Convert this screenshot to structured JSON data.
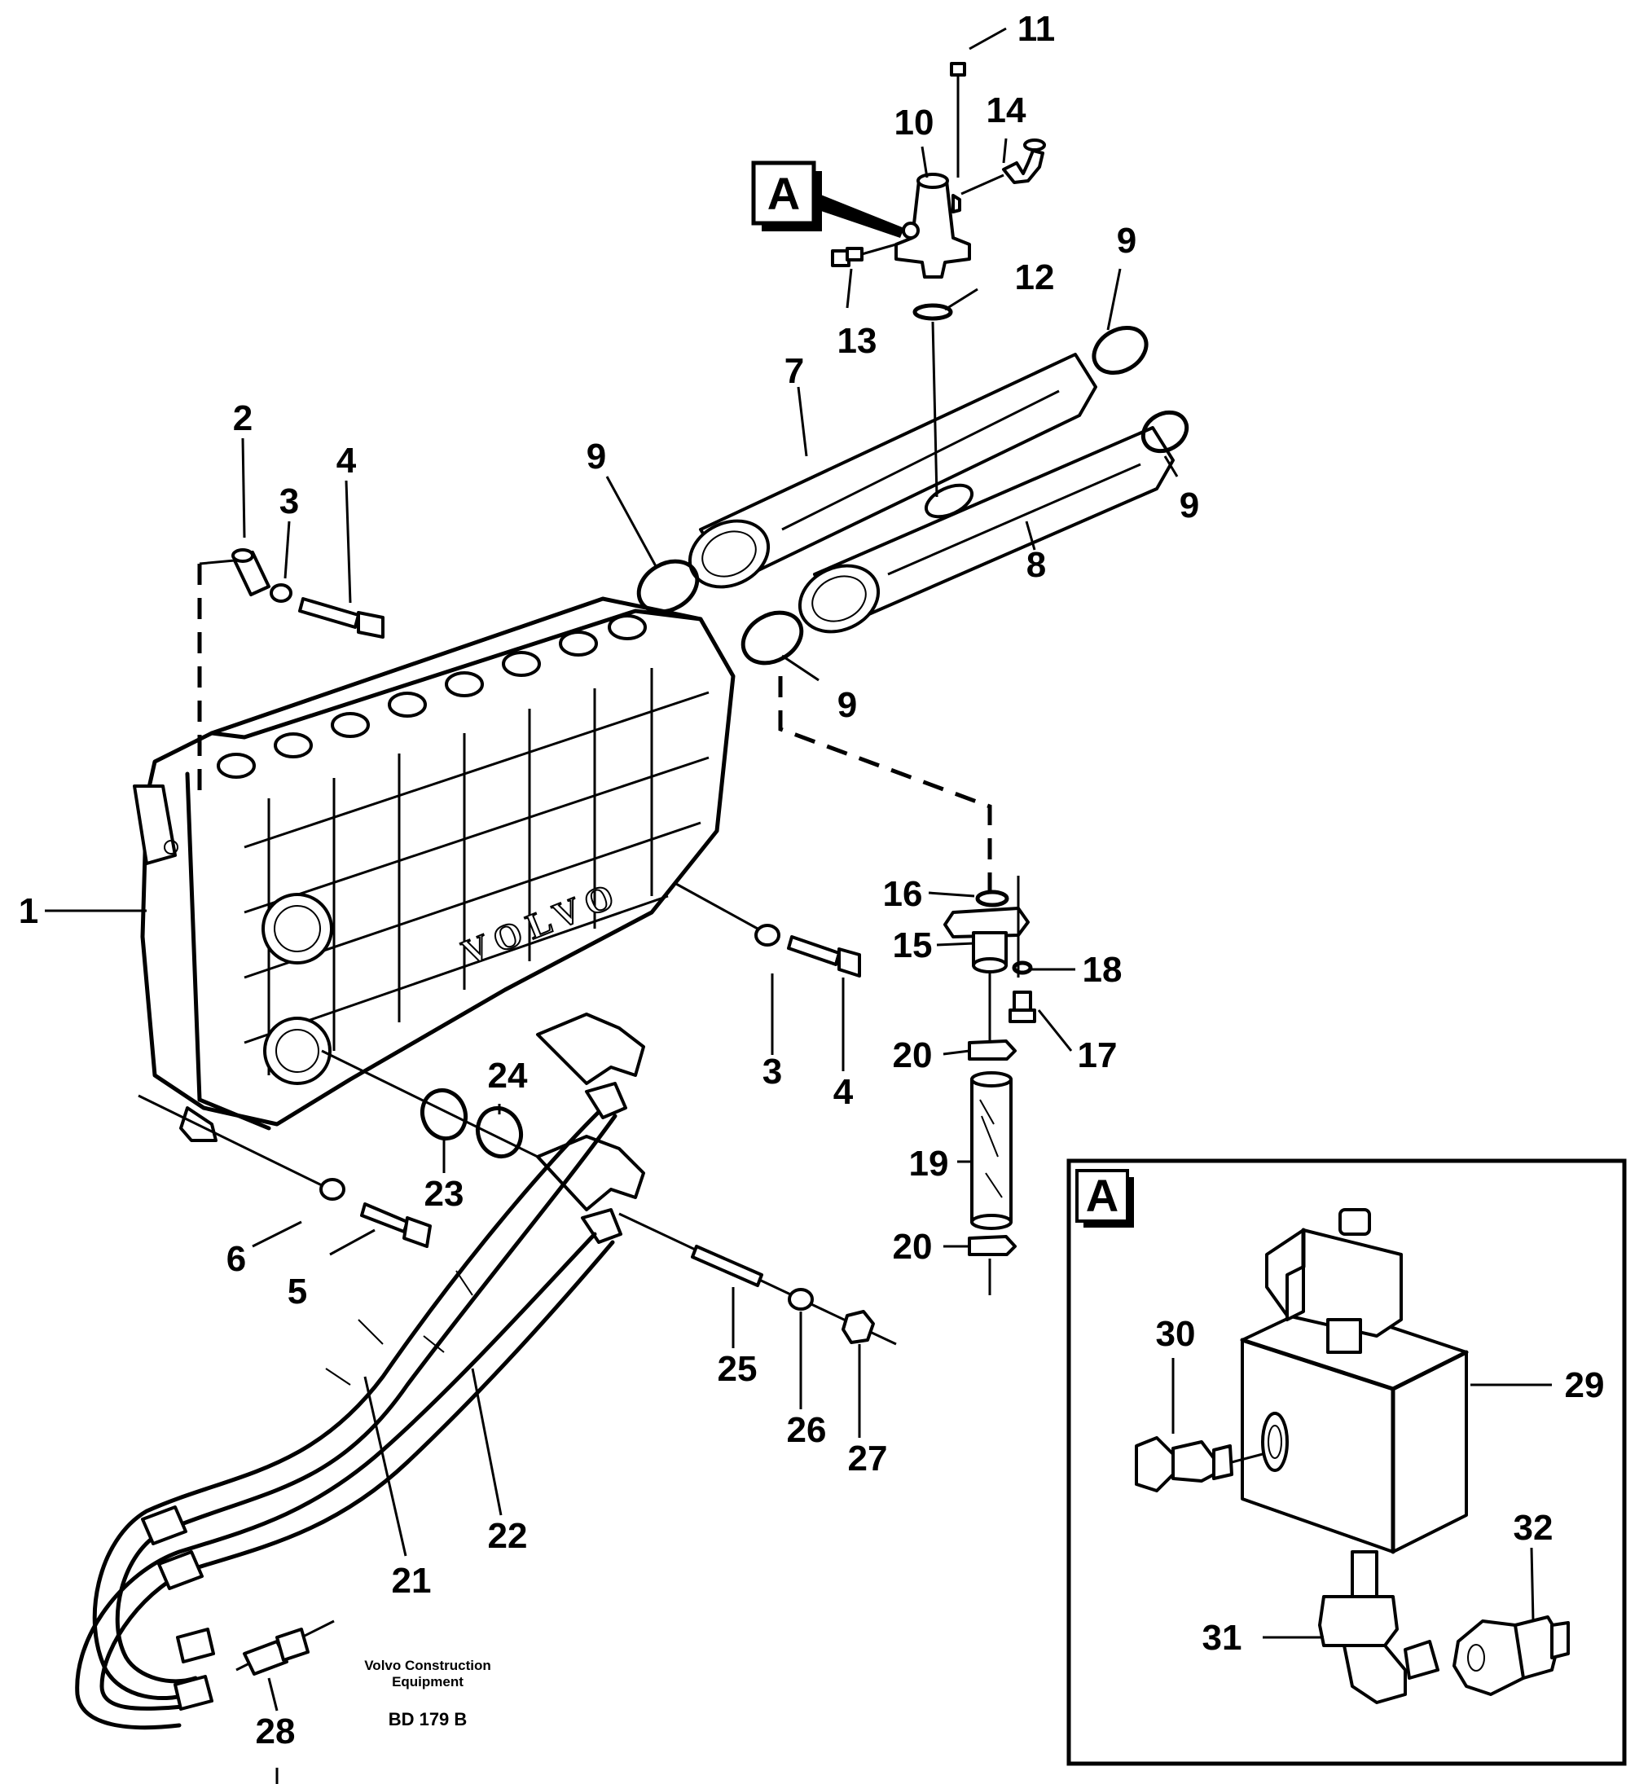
{
  "diagram": {
    "view_marker": "A",
    "inset_marker": "A",
    "credit_line1": "Volvo Construction",
    "credit_line2": "Equipment",
    "drawing_code": "BD 179 B"
  },
  "callouts": [
    {
      "n": "1",
      "t": "1"
    },
    {
      "n": "2",
      "t": "2"
    },
    {
      "n": "3a",
      "t": "3"
    },
    {
      "n": "4a",
      "t": "4"
    },
    {
      "n": "3b",
      "t": "3"
    },
    {
      "n": "4b",
      "t": "4"
    },
    {
      "n": "5",
      "t": "5"
    },
    {
      "n": "6",
      "t": "6"
    },
    {
      "n": "7",
      "t": "7"
    },
    {
      "n": "8",
      "t": "8"
    },
    {
      "n": "9a",
      "t": "9"
    },
    {
      "n": "9b",
      "t": "9"
    },
    {
      "n": "9c",
      "t": "9"
    },
    {
      "n": "9d",
      "t": "9"
    },
    {
      "n": "10",
      "t": "10"
    },
    {
      "n": "11",
      "t": "11"
    },
    {
      "n": "12",
      "t": "12"
    },
    {
      "n": "13",
      "t": "13"
    },
    {
      "n": "14",
      "t": "14"
    },
    {
      "n": "15",
      "t": "15"
    },
    {
      "n": "16",
      "t": "16"
    },
    {
      "n": "17",
      "t": "17"
    },
    {
      "n": "18",
      "t": "18"
    },
    {
      "n": "19",
      "t": "19"
    },
    {
      "n": "20a",
      "t": "20"
    },
    {
      "n": "20b",
      "t": "20"
    },
    {
      "n": "21",
      "t": "21"
    },
    {
      "n": "22",
      "t": "22"
    },
    {
      "n": "23",
      "t": "23"
    },
    {
      "n": "24",
      "t": "24"
    },
    {
      "n": "25",
      "t": "25"
    },
    {
      "n": "26",
      "t": "26"
    },
    {
      "n": "27",
      "t": "27"
    },
    {
      "n": "28",
      "t": "28"
    },
    {
      "n": "29",
      "t": "29"
    },
    {
      "n": "30",
      "t": "30"
    },
    {
      "n": "31",
      "t": "31"
    },
    {
      "n": "32",
      "t": "32"
    }
  ]
}
